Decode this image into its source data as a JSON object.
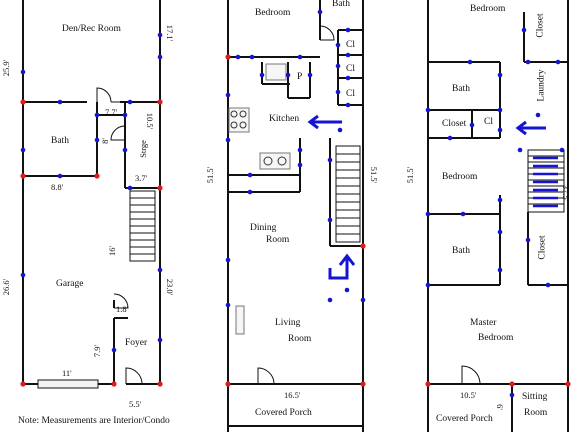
{
  "colors": {
    "wall": "#111111",
    "node": "#1414d2",
    "corner": "#e01b1b",
    "cabinet": "#777777"
  },
  "first_floor": {
    "rooms": {
      "den": "Den/Rec Room",
      "bath": "Bath",
      "garage": "Garage",
      "foyer": "Foyer",
      "storage": "Strge"
    },
    "dims": {
      "d1": "25.9'",
      "d2": "17.1'",
      "d3": "7.7'",
      "d4": "10.5'",
      "d5": "8.8'",
      "d6": "3.7'",
      "d7": "16'",
      "d8": "26.6'",
      "d9": "23.0'",
      "d10": "1.8'",
      "d11": "7.9'",
      "d12": "11'",
      "d13": "5.5'",
      "d14": "8'"
    }
  },
  "second_floor": {
    "rooms": {
      "bedroom": "Bedroom",
      "bath": "Bath",
      "kitchen": "Kitchen",
      "dining1": "Dining",
      "dining2": "Room",
      "living1": "Living",
      "living2": "Room",
      "porch": "Covered Porch",
      "closet1": "Cl",
      "closet2": "Cl",
      "closet3": "Cl",
      "pantry": "P"
    },
    "dims": {
      "d1": "51.5'",
      "d2": "51.5'",
      "d3": "16.5'"
    }
  },
  "third_floor": {
    "rooms": {
      "bedroom_top": "Bedroom",
      "closet_top": "Closet",
      "laundry": "Laundry",
      "bath1": "Bath",
      "closet": "Closet",
      "cl": "Cl",
      "bedroom_mid": "Bedroom",
      "bath2": "Bath",
      "closet_right": "Closet",
      "master1": "Master",
      "master2": "Bedroom",
      "porch": "Covered Porch",
      "sitting1": "Sitting",
      "sitting2": "Room"
    },
    "dims": {
      "d1": "51.5'",
      "d2": "37.5'",
      "d3": "10.5'",
      "d4": "6'"
    }
  },
  "note": "Note: Measurements are Interior/Condo"
}
